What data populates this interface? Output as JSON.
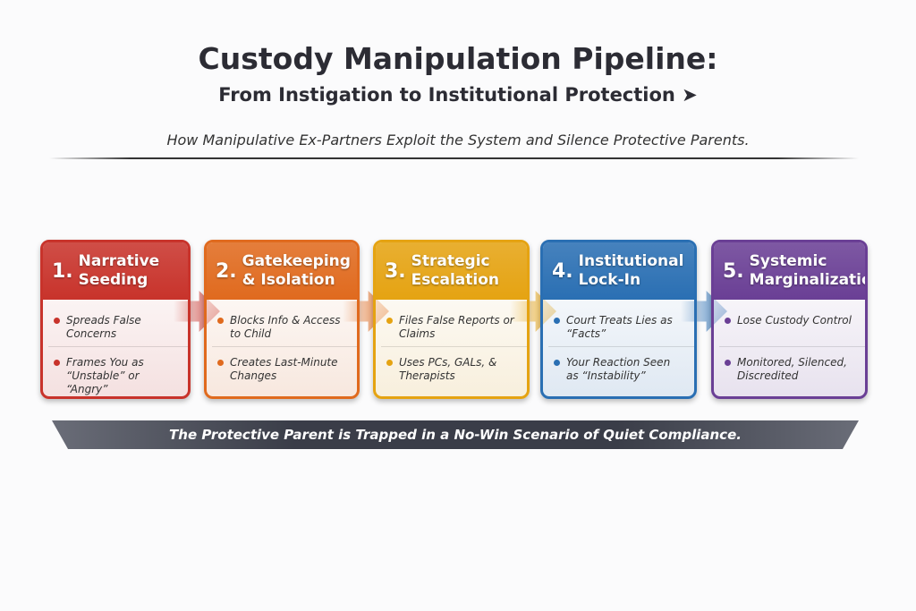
{
  "title": "Custody Manipulation Pipeline:",
  "subtitle": "From Instigation to Institutional Protection",
  "tagline": "How Manipulative Ex-Partners Exploit the System and Silence Protective Parents.",
  "stages": [
    {
      "num": "1.",
      "title": "Narrative Seeding",
      "color": "#c8332b",
      "bullets": [
        "Spreads False Concerns",
        "Frames You as “Unstable” or “Angry”"
      ]
    },
    {
      "num": "2.",
      "title": "Gatekeeping & Isolation",
      "color": "#e06a1e",
      "bullets": [
        "Blocks Info & Access to Child",
        "Creates Last-Minute Changes"
      ]
    },
    {
      "num": "3.",
      "title": "Strategic Escalation",
      "color": "#e5a312",
      "bullets": [
        "Files False Reports or Claims",
        "Uses PCs, GALs, & Therapists"
      ]
    },
    {
      "num": "4.",
      "title": "Institutional Lock-In",
      "color": "#2a6fb3",
      "bullets": [
        "Court Treats Lies as “Facts”",
        "Your Reaction Seen as “Instability”"
      ]
    },
    {
      "num": "5.",
      "title": "Systemic Marginalization",
      "color": "#6a3f95",
      "bullets": [
        "Lose Custody Control",
        "Monitored, Silenced, Discredited"
      ]
    }
  ],
  "banner": "The Protective Parent is Trapped in a No-Win Scenario of Quiet Compliance."
}
